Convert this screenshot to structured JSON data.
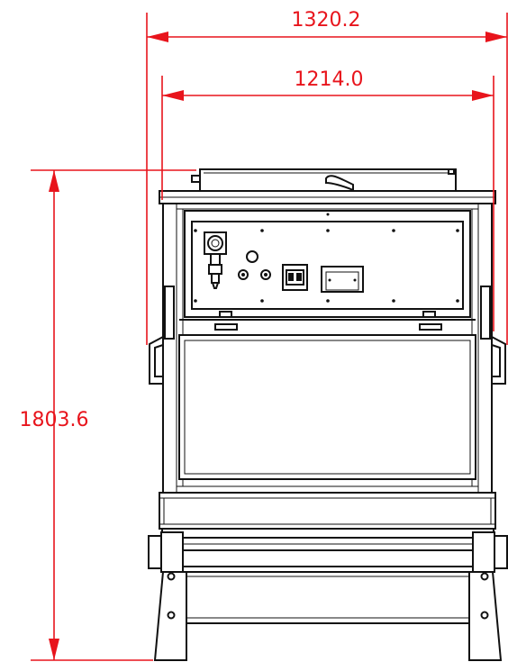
{
  "colors": {
    "dimension": "#e8141c",
    "line": "#111111",
    "background": "#ffffff"
  },
  "dimensions": {
    "overall_width": "1320.2",
    "inner_width": "1214.0",
    "overall_height": "1803.6"
  }
}
